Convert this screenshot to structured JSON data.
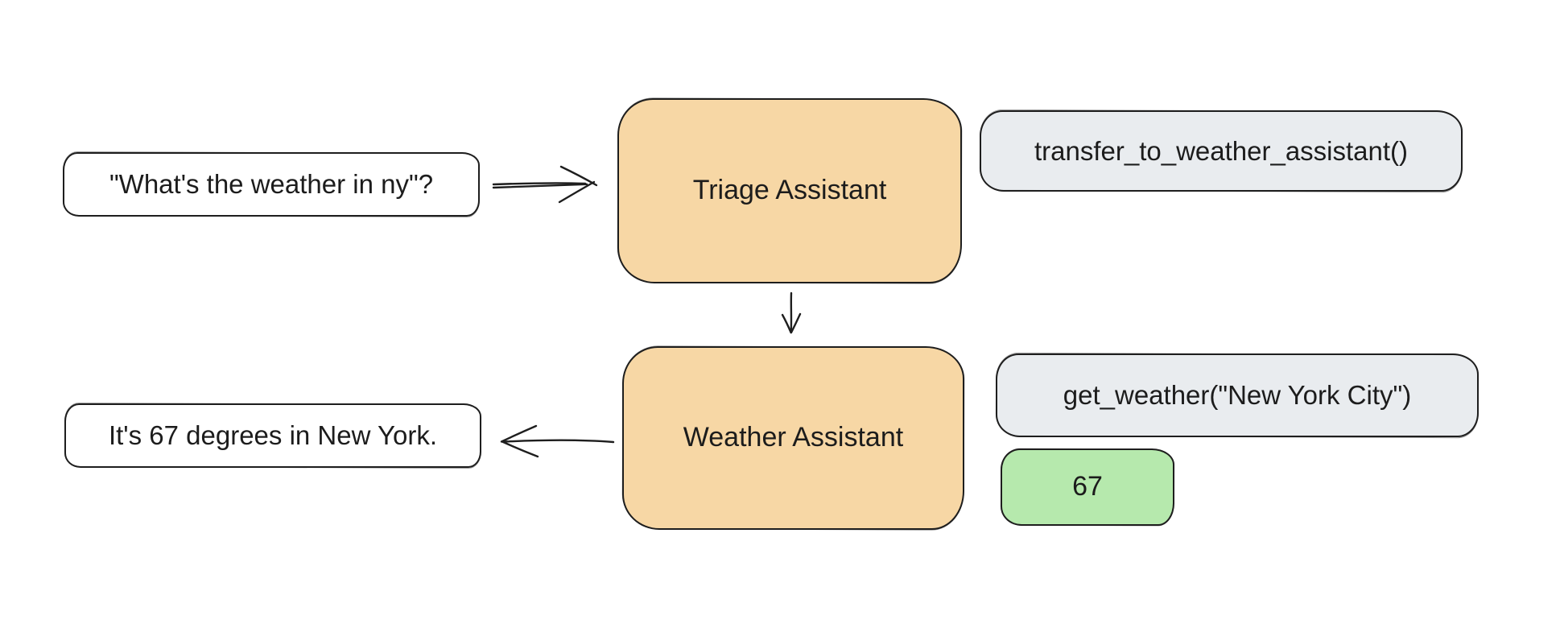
{
  "colors": {
    "stroke": "#1e1e1e",
    "text": "#1c1c1c",
    "agent_fill": "#f7d7a5",
    "tool_fill": "#e9ecef",
    "result_fill": "#b6e9ad",
    "message_fill": "#ffffff",
    "background": "#ffffff"
  },
  "nodes": {
    "user_question": {
      "label": "\"What's the weather in ny\"?",
      "type": "message"
    },
    "triage_agent": {
      "label": "Triage Assistant",
      "type": "agent"
    },
    "transfer_call": {
      "label": "transfer_to_weather_assistant()",
      "type": "tool-call"
    },
    "weather_agent": {
      "label": "Weather Assistant",
      "type": "agent"
    },
    "weather_call": {
      "label": "get_weather(\"New York City\")",
      "type": "tool-call"
    },
    "weather_result": {
      "label": "67",
      "type": "tool-result"
    },
    "final_answer": {
      "label": "It's 67 degrees in New York.",
      "type": "message"
    }
  },
  "edges": [
    {
      "from": "user_question",
      "to": "triage_agent",
      "icon": "arrow-right-icon"
    },
    {
      "from": "triage_agent",
      "to": "weather_agent",
      "icon": "arrow-down-icon"
    },
    {
      "from": "weather_agent",
      "to": "final_answer",
      "icon": "arrow-left-icon"
    }
  ]
}
